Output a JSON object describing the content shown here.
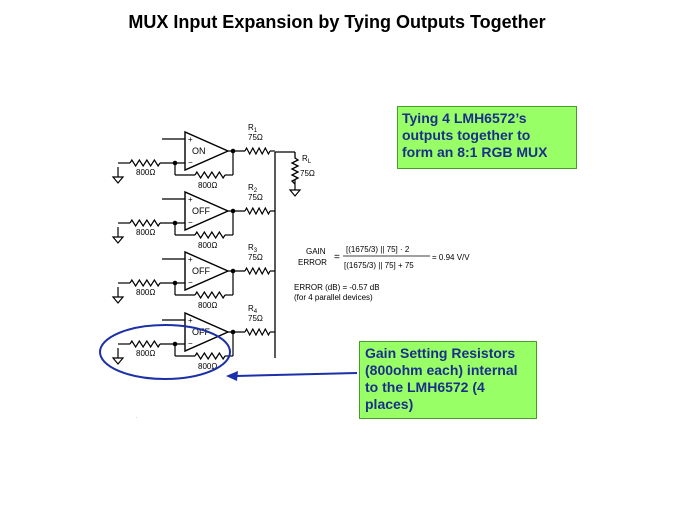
{
  "title": "MUX Input Expansion by Tying Outputs Together",
  "callout_top": [
    "Tying 4 LMH6572’s",
    "outputs together to",
    "form an 8:1 RGB MUX"
  ],
  "callout_bottom": [
    "Gain Setting Resistors",
    "(800ohm each) internal",
    "to the LMH6572 (4",
    "places)"
  ],
  "amps": [
    {
      "state": "ON",
      "r_label": "R",
      "r_sub": "1",
      "r_value": "75Ω",
      "r_in": "800Ω",
      "r_fb": "800Ω"
    },
    {
      "state": "OFF",
      "r_label": "R",
      "r_sub": "2",
      "r_value": "75Ω",
      "r_in": "800Ω",
      "r_fb": "800Ω"
    },
    {
      "state": "OFF",
      "r_label": "R",
      "r_sub": "3",
      "r_value": "75Ω",
      "r_in": "800Ω",
      "r_fb": "800Ω"
    },
    {
      "state": "OFF",
      "r_label": "R",
      "r_sub": "4",
      "r_value": "75Ω",
      "r_in": "800Ω",
      "r_fb": "800Ω"
    }
  ],
  "load": {
    "label": "R",
    "sub": "L",
    "value": "75Ω"
  },
  "equation": {
    "lhs_top": "GAIN",
    "lhs_bottom": "ERROR",
    "numerator": "[(1675/3) || 75] · 2",
    "denominator": "[(1675/3) || 75] + 75",
    "result": "= 0.94 V/V",
    "error_db": "ERROR (dB) = -0.57 dB",
    "error_note": "(for 4 parallel devices)"
  },
  "colors": {
    "callout_bg": "#99ff66",
    "callout_text": "#1a2f8a",
    "highlight": "#1a2fa8"
  }
}
